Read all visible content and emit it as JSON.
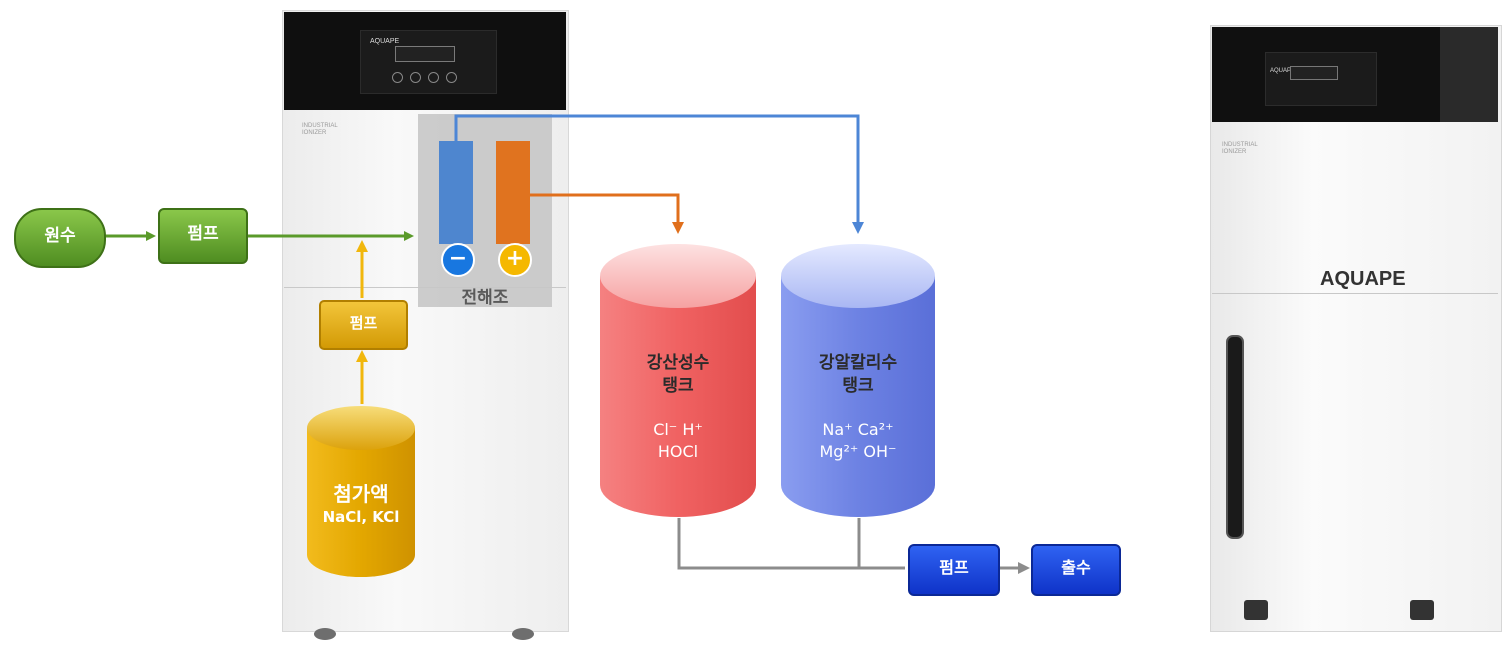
{
  "source": {
    "label": "원수"
  },
  "pump_main": {
    "label": "펌프"
  },
  "pump_additive": {
    "label": "펌프"
  },
  "additive_tank": {
    "title": "첨가액",
    "content": "NaCl, KCl"
  },
  "electrolyzer": {
    "label": "전해조",
    "negative_symbol": "−",
    "positive_symbol": "+"
  },
  "acid_tank": {
    "title_line1": "강산성수",
    "title_line2": "탱크",
    "ions_line1": "Cl⁻  H⁺",
    "ions_line2": "HOCl"
  },
  "alkaline_tank": {
    "title_line1": "강알칼리수",
    "title_line2": "탱크",
    "ions_line1": "Na⁺  Ca²⁺",
    "ions_line2": "Mg²⁺  OH⁻"
  },
  "pump_output": {
    "label": "펌프"
  },
  "output": {
    "label": "출수"
  },
  "machine_left": {
    "brand_small": "AQUAPE",
    "side_label_line1": "INDUSTRIAL",
    "side_label_line2": "IONIZER"
  },
  "machine_right": {
    "brand": "AQUAPE",
    "brand_small": "AQUAPE",
    "side_label_line1": "INDUSTRIAL",
    "side_label_line2": "IONIZER"
  },
  "colors": {
    "green": "#5a9a2a",
    "yellow": "#e8b100",
    "blue_line": "#4d86d6",
    "orange_line": "#e06f1c",
    "gray_line": "#8c8c8c",
    "acid_tank": "#f06f70",
    "alkaline_tank": "#7d92e6",
    "output_blue": "#1a45df"
  }
}
